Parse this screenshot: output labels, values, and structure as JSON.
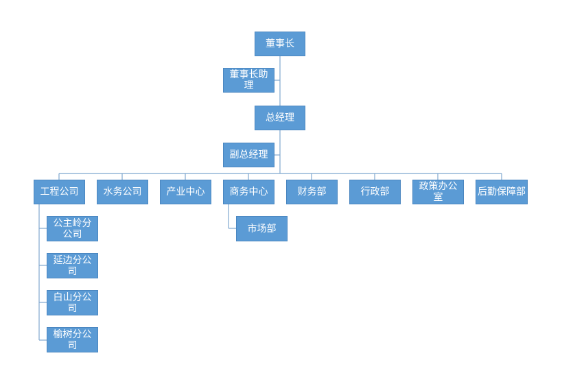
{
  "org_chart": {
    "root": "董事长",
    "assistant": "董事长助理",
    "general_manager": "总经理",
    "deputy": "副总经理",
    "departments": [
      "工程公司",
      "水务公司",
      "产业中心",
      "商务中心",
      "财务部",
      "行政部",
      "政策办公室",
      "后勤保障部"
    ],
    "engineering_branches": [
      "公主岭分公司",
      "延边分公司",
      "白山分公司",
      "榆树分公司"
    ],
    "business_sub": "市场部"
  },
  "colors": {
    "box_fill": "#5b9bd5",
    "box_border": "#4a86c0",
    "connector": "#7ea6cf",
    "text": "#ffffff"
  }
}
